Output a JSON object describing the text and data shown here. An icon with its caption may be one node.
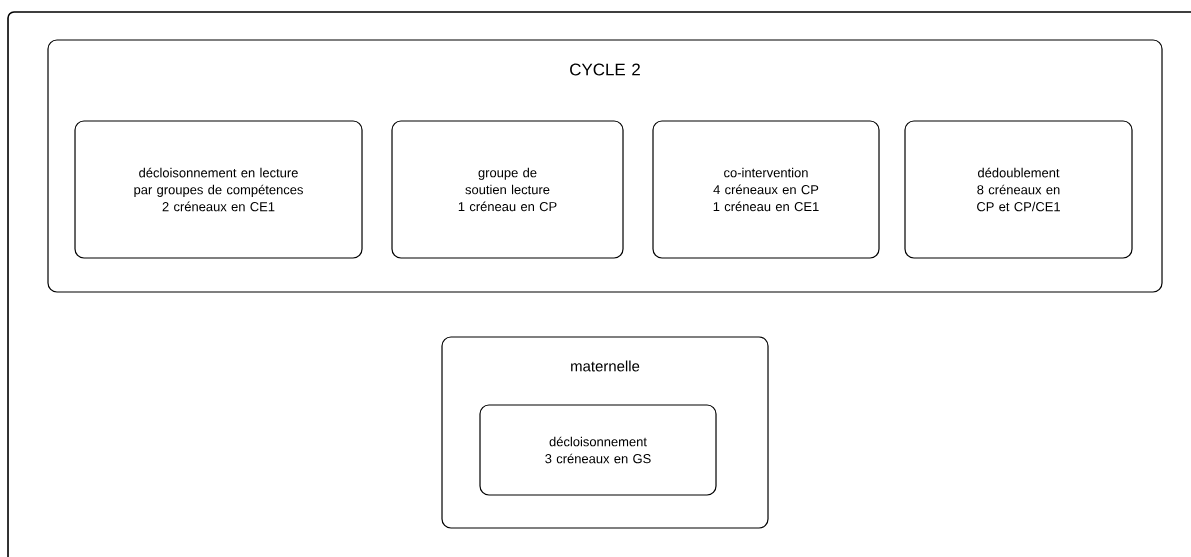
{
  "diagram": {
    "nodes": [
      {
        "text": [
          "CYCLE 2"
        ]
      },
      {
        "text": [
          "décloisonnement en lecture par groupes de compétences",
          "2 créneaux en CE1"
        ],
        "in": 0
      },
      {
        "text": [
          "groupe de soutien lecture",
          "1 créneau en CP"
        ],
        "in": 0
      },
      {
        "text": [
          "co-intervention",
          "4 créneaux en CP",
          "1 créneau en CE1"
        ],
        "in": 0
      },
      {
        "text": [
          "dédoublement",
          "8 créneaux en CP et CP/CE1"
        ],
        "in": 0
      },
      {
        "text": [
          "maternelle"
        ]
      },
      {
        "text": [
          "décloisonnement",
          "3 créneaux en GS"
        ],
        "in": 5
      }
    ]
  }
}
